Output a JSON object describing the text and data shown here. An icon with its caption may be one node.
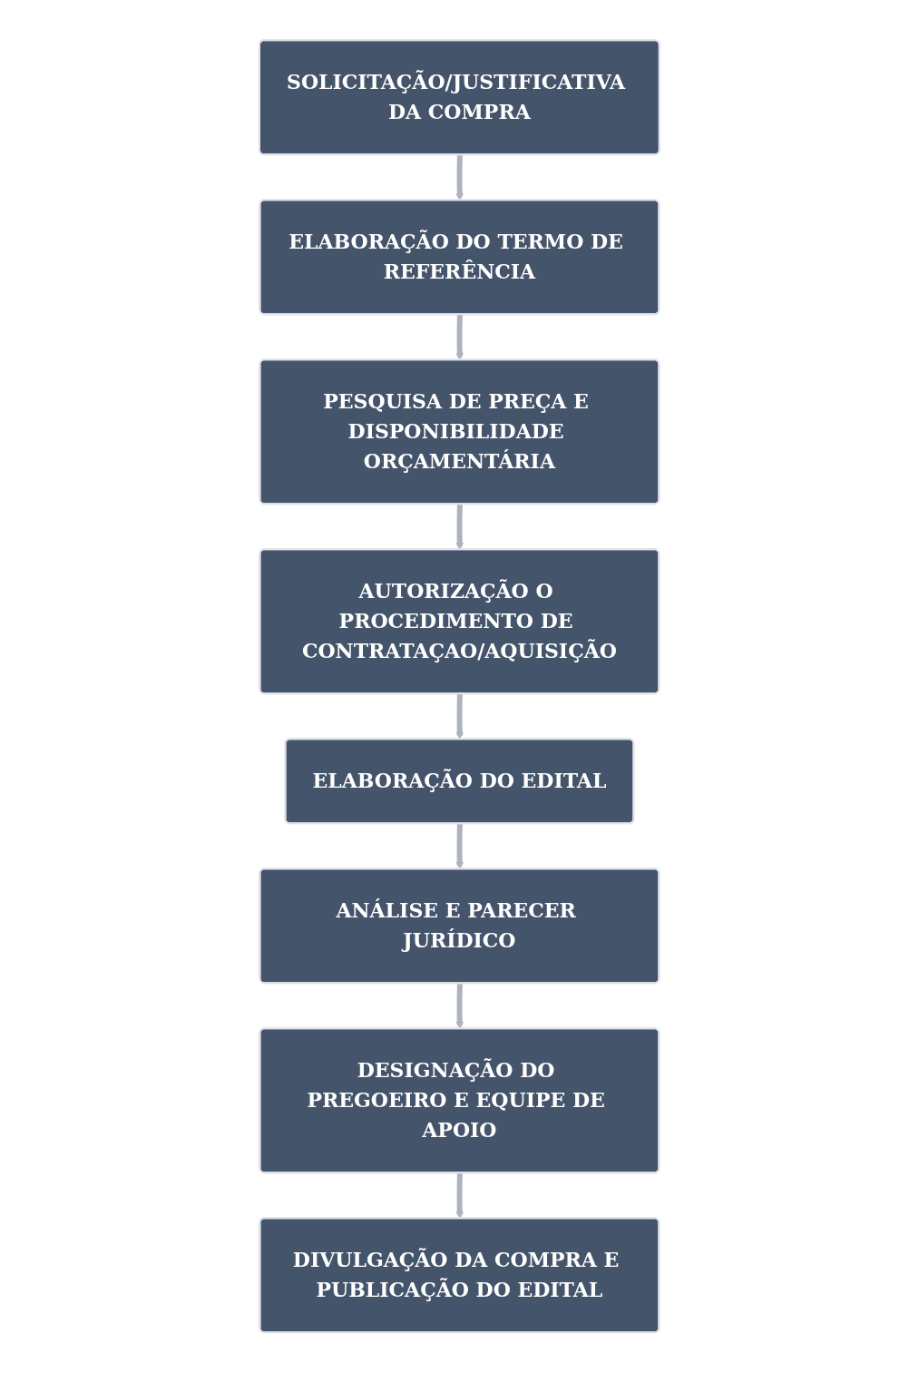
{
  "diagram": {
    "nodes": [
      {
        "text": [
          "SOLICITAÇÃO/JUSTIFICATIVA DA COMPRA"
        ]
      },
      {
        "text": [
          "ELABORAÇÃO DO TERMO DE REFERÊNCIA"
        ]
      },
      {
        "text": [
          "AUTORIZAÇÃO O PROCEDIMENTO DE CONTRATAÇAO/AQUISIÇÃO"
        ]
      },
      {
        "text": [
          "PESQUISA DE PREÇA E DISPONIBILIDADE ORÇAMENTÁRIA"
        ]
      },
      {
        "text": [
          "ELABORAÇÃO DO EDITAL"
        ]
      },
      {
        "text": [
          "ANÁLISE E PARECER JURÍDICO"
        ]
      },
      {
        "text": [
          "DIVULGAÇÃO DA COMPRA E PUBLICAÇÃO DO EDITAL"
        ]
      },
      {
        "text": [
          "DESIGNAÇÃO DO PREGOEIRO E EQUIPE DE APOIO"
        ]
      }
    ],
    "edges": [
      {
        "from": 0,
        "to": 1,
        "arrow": "to"
      },
      {
        "from": 1,
        "to": 3,
        "arrow": "to"
      },
      {
        "from": 3,
        "to": 2,
        "arrow": "to"
      },
      {
        "from": 2,
        "to": 4,
        "arrow": "to"
      },
      {
        "from": 4,
        "to": 5,
        "arrow": "to"
      },
      {
        "from": 5,
        "to": 7,
        "arrow": "to"
      },
      {
        "from": 7,
        "to": 6,
        "arrow": "to"
      }
    ]
  }
}
